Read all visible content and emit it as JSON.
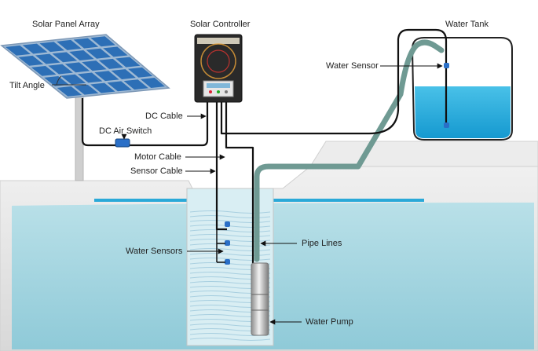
{
  "labels": {
    "solar_panel_array": "Solar Panel Array",
    "solar_controller": "Solar Controller",
    "water_tank": "Water Tank",
    "water_sensor": "Water Sensor",
    "tilt_angle": "Tilt  Angle",
    "dc_cable": "DC Cable",
    "dc_air_switch": "DC Air Switch",
    "motor_cable": "Motor Cable",
    "sensor_cable": "Sensor Cable",
    "water_sensors": "Water Sensors",
    "pipe_lines": "Pipe Lines",
    "water_pump": "Water Pump"
  },
  "colors": {
    "water": "#9fd3df",
    "tank_water": "#1aa6d9",
    "ground": "#e6e6e6",
    "pipe": "#6f9a93",
    "cable": "#111111",
    "panel_cell": "#2d6fb6",
    "panel_frame": "#9eb9d4",
    "controller_body": "#2a2a2a",
    "accent": "#e8a23a",
    "sensor": "#2a6fc7"
  }
}
